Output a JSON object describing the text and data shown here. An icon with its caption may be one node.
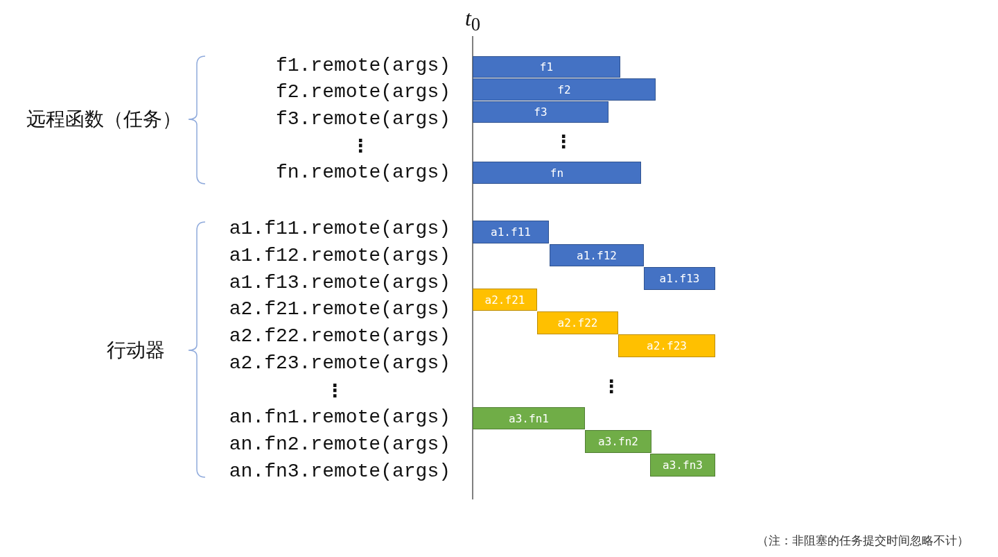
{
  "diagram": {
    "nodes": [
      {
        "text": [
          "f1"
        ]
      },
      {
        "text": [
          "f2"
        ]
      },
      {
        "text": [
          "f3"
        ]
      },
      {
        "text": [
          "fn"
        ]
      },
      {
        "text": [
          "a1.f11"
        ]
      },
      {
        "text": [
          "a1.f12"
        ]
      },
      {
        "text": [
          "a1.f13"
        ]
      },
      {
        "text": [
          "a2.f21"
        ]
      },
      {
        "text": [
          "a2.f22"
        ]
      },
      {
        "text": [
          "a2.f23"
        ]
      },
      {
        "text": [
          "a3.fn1"
        ]
      },
      {
        "text": [
          "a3.fn2"
        ]
      },
      {
        "text": [
          "a3.fn3"
        ]
      }
    ],
    "labels": [
      "*t*$_{0}$",
      "远程函数（任务）",
      "f1.remote(args)",
      "f2.remote(args)",
      "f3.remote(args)",
      "⋮",
      "fn.remote(args)",
      "⋮",
      "行动器",
      "a1.f11.remote(args)",
      "a1.f12.remote(args)",
      "a1.f13.remote(args)",
      "a2.f21.remote(args)",
      "a2.f22.remote(args)",
      "a2.f23.remote(args)",
      "⋮",
      "an.fn1.remote(args)",
      "an.fn2.remote(args)",
      "an.fn3.remote(args)",
      "⋮",
      "（注：非阻塞的任务提交时间忽略不计）"
    ]
  }
}
